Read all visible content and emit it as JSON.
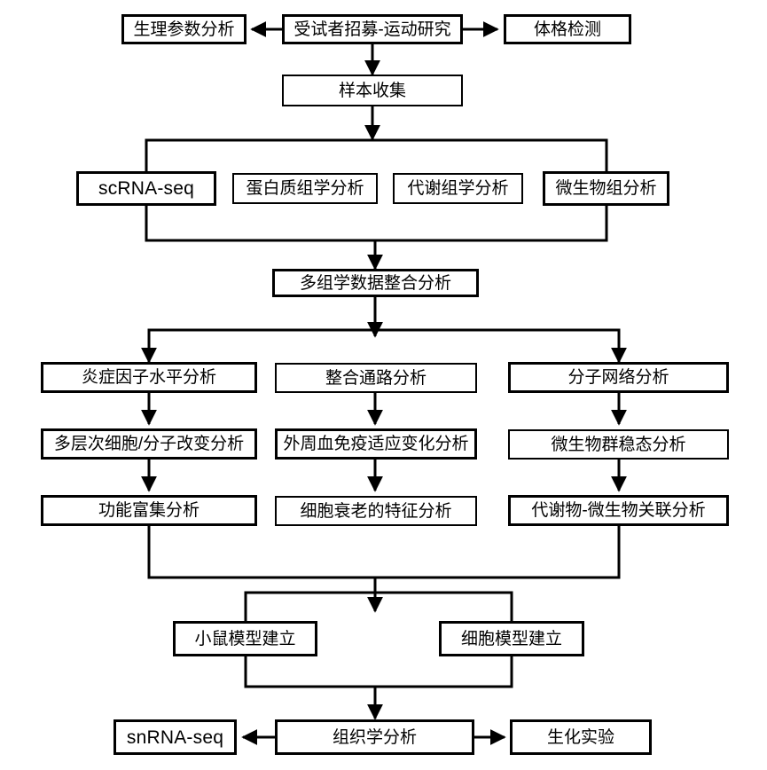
{
  "diagram": {
    "title": "Exercise study multi-omics research workflow",
    "stroke_color": "#000000",
    "background_color": "#ffffff",
    "nodes": {
      "physiological_parameter_analysis": "生理参数分析",
      "subject_recruitment_exercise_study": "受试者招募-运动研究",
      "physical_examination": "体格检测",
      "sample_collection": "样本收集",
      "scrna_seq": "scRNA-seq",
      "proteomics_analysis": "蛋白质组学分析",
      "metabolomics_analysis": "代谢组学分析",
      "microbiome_analysis": "微生物组分析",
      "multiomics_integration_analysis": "多组学数据整合分析",
      "inflammatory_factor_level_analysis": "炎症因子水平分析",
      "integrated_pathway_analysis": "整合通路分析",
      "molecular_network_analysis": "分子网络分析",
      "multilevel_cell_molecule_change_analysis": "多层次细胞/分子改变分析",
      "peripheral_blood_immune_adaptation_analysis": "外周血免疫适应变化分析",
      "microbiota_homeostasis_analysis": "微生物群稳态分析",
      "functional_enrichment_analysis": "功能富集分析",
      "cell_senescence_feature_analysis": "细胞衰老的特征分析",
      "metabolite_microbe_association_analysis": "代谢物-微生物关联分析",
      "mouse_model_establishment": "小鼠模型建立",
      "cell_model_establishment": "细胞模型建立",
      "snrna_seq": "snRNA-seq",
      "histological_analysis": "组织学分析",
      "biochemical_experiment": "生化实验"
    }
  }
}
